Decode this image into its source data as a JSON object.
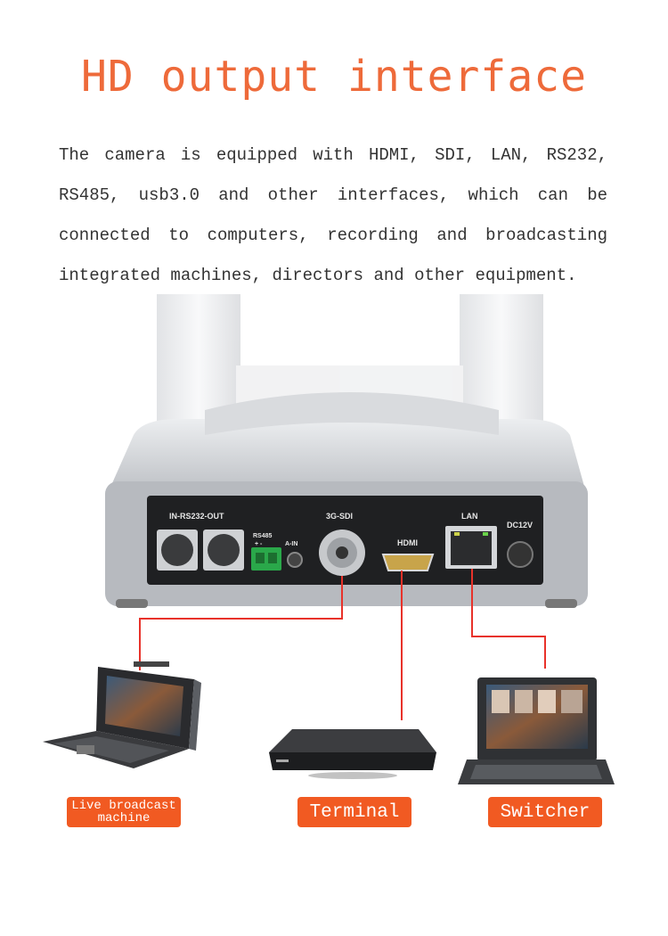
{
  "title": "HD output interface",
  "description": "The camera is equipped with HDMI, SDI, LAN, RS232, RS485, usb3.0 and other interfaces, which can be connected to computers, recording and broadcasting integrated machines, directors and other equipment.",
  "ports": {
    "rs232": "IN-RS232-OUT",
    "rs485": "RS485",
    "rs485_pins": "+ -",
    "ain": "A-IN",
    "sdi": "3G-SDI",
    "hdmi": "HDMI",
    "lan": "LAN",
    "dc": "DC12V"
  },
  "devices": {
    "live_broadcast": "Live broadcast machine",
    "terminal": "Terminal",
    "switcher": "Switcher"
  },
  "colors": {
    "accent": "#f15a22",
    "title": "#ee6a3a",
    "connector_line": "#e8322a"
  }
}
